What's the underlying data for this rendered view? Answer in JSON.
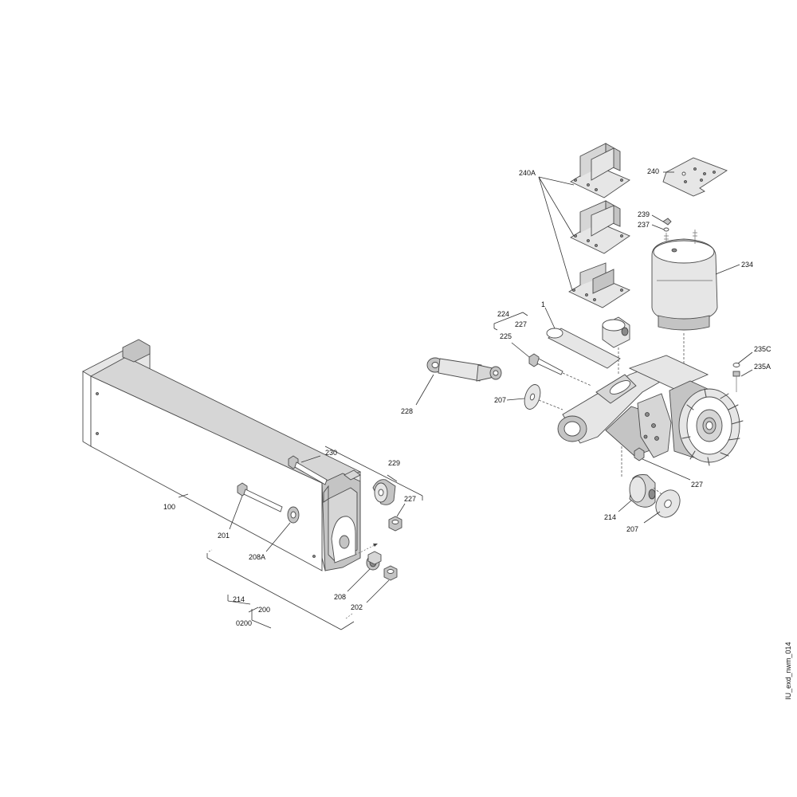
{
  "drawing_id": "IU_exd_nwm_014",
  "callouts": {
    "c1": "1",
    "c100": "100",
    "c200": "200",
    "c0200": "0200",
    "c201": "201",
    "c202": "202",
    "c207a": "207",
    "c207b": "207",
    "c208": "208",
    "c208A": "208A",
    "c214a": "214",
    "c214b": "214",
    "c224": "224",
    "c225": "225",
    "c227a": "227",
    "c227b": "227",
    "c227c": "227",
    "c228": "228",
    "c229": "229",
    "c230": "230",
    "c234": "234",
    "c235A": "235A",
    "c235C": "235C",
    "c237": "237",
    "c239": "239",
    "c240": "240",
    "c240A": "240A"
  }
}
